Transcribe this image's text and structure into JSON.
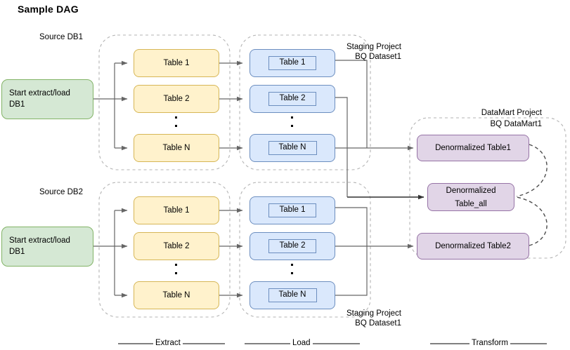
{
  "title": "Sample DAG",
  "phases": [
    {
      "name": "extract",
      "label": "Extract"
    },
    {
      "name": "load",
      "label": "Load"
    },
    {
      "name": "transform",
      "label": "Transform"
    }
  ],
  "sources": [
    {
      "group_label": "Source DB1",
      "start_node": {
        "line1": "Start extract/load",
        "line2": "DB1"
      },
      "extract_tables": [
        "Table 1",
        "Table 2",
        "Table N"
      ],
      "load_tables": [
        "Table 1",
        "Table 2",
        "Table N"
      ],
      "staging_label": {
        "line1": "Staging Project",
        "line2": "BQ Dataset1"
      }
    },
    {
      "group_label": "Source DB2",
      "start_node": {
        "line1": "Start extract/load",
        "line2": "DB1"
      },
      "extract_tables": [
        "Table 1",
        "Table 2",
        "Table N"
      ],
      "load_tables": [
        "Table 1",
        "Table 2",
        "Table N"
      ],
      "staging_label": {
        "line1": "Staging Project",
        "line2": "BQ Dataset1"
      }
    }
  ],
  "datamart": {
    "project_label": {
      "line1": "DataMart Project",
      "line2": "BQ DataMart1"
    },
    "tables": [
      {
        "line1": "Denormalized Table1",
        "line2": ""
      },
      {
        "line1": "Denormalized",
        "line2": "Table_all"
      },
      {
        "line1": "Denormalized Table2",
        "line2": ""
      }
    ]
  },
  "colors": {
    "start_fill": "#d5e8d4",
    "start_stroke": "#82b366",
    "extract_fill": "#fff2cc",
    "extract_stroke": "#d6b656",
    "load_fill": "#dae8fc",
    "load_stroke": "#6c8ebf",
    "mart_fill": "#e1d5e7",
    "mart_stroke": "#9673a6",
    "edge": "#666666",
    "edge_dark": "#4d4d4d",
    "container_dash": "#b3b3b3"
  }
}
